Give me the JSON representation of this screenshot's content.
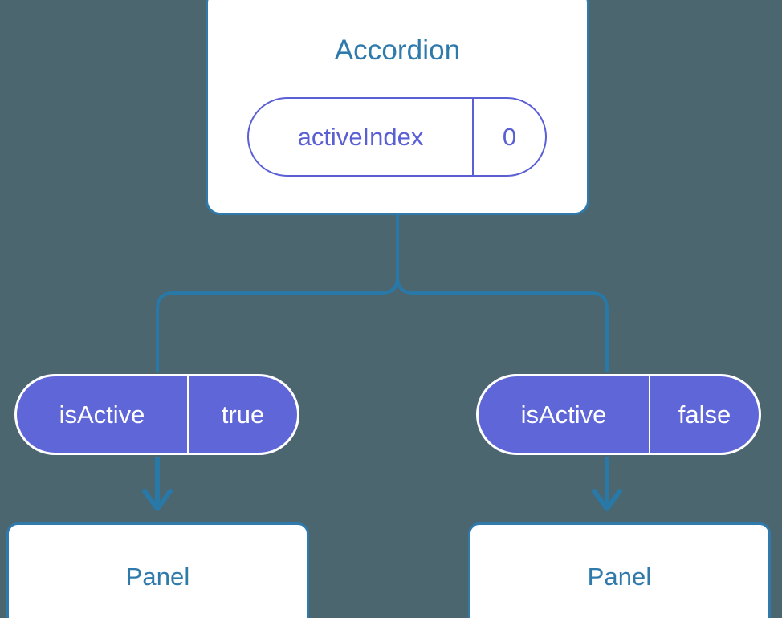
{
  "diagram": {
    "type": "component-state-tree",
    "background_color": "#4c6670",
    "accent_blue": "#2f7aab",
    "connector_blue": "#2878a8",
    "accent_purple": "#5b5fd4",
    "pill_fill_purple": "#5f66d8"
  },
  "root": {
    "title": "Accordion",
    "state_pill": {
      "key": "activeIndex",
      "value": "0"
    }
  },
  "branches": [
    {
      "prop_pill": {
        "key": "isActive",
        "value": "true"
      },
      "child": {
        "title": "Panel"
      }
    },
    {
      "prop_pill": {
        "key": "isActive",
        "value": "false"
      },
      "child": {
        "title": "Panel"
      }
    }
  ]
}
